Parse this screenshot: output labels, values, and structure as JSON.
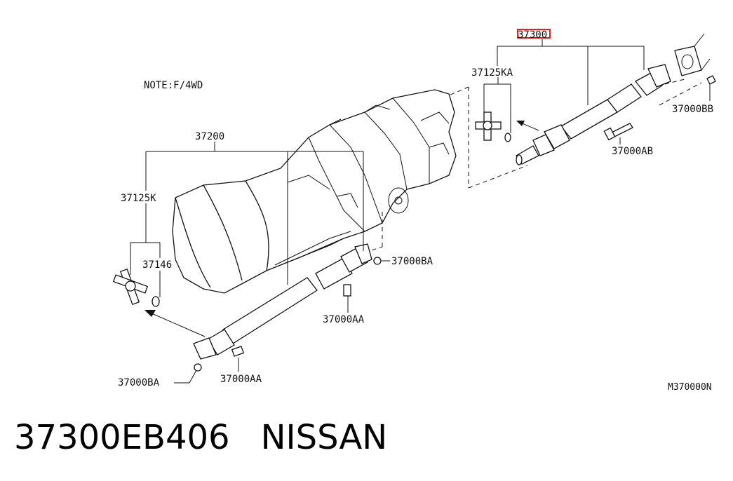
{
  "diagram": {
    "note": "NOTE:F/4WD",
    "figure_code": "M370000N",
    "labels": {
      "assy_top": "37300",
      "assy_rear": "37200",
      "joint_top": "37125KA",
      "joint_rear": "37125K",
      "snap_ring": "37146",
      "bolt_bb": "37000BB",
      "bolt_ab": "37000AB",
      "nut_ba_mid": "37000BA",
      "bolt_aa_mid": "37000AA",
      "nut_ba_low": "37000BA",
      "bolt_aa_low": "37000AA"
    },
    "highlight_color": "#e0241c"
  },
  "caption": {
    "part_number": "37300EB406",
    "brand": "NISSAN"
  }
}
